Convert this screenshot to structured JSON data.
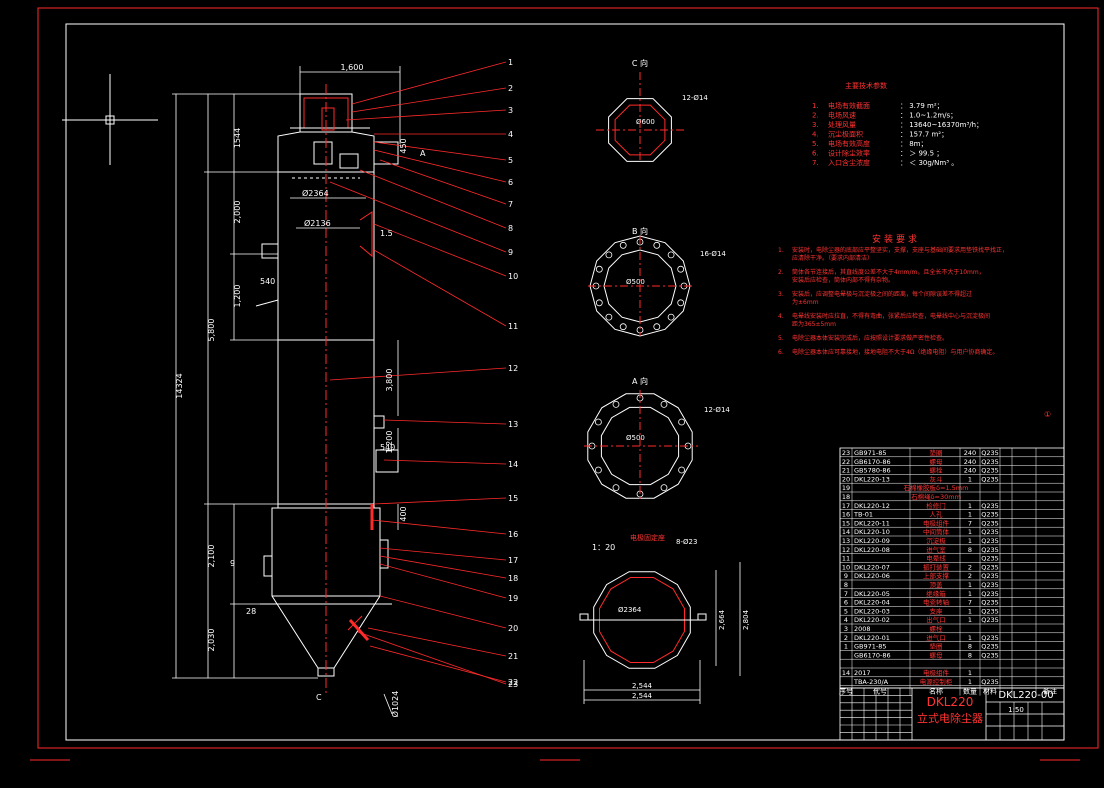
{
  "colors": {
    "background": "#000000",
    "border": "#ff2a2a",
    "line": "#ffffff",
    "leader": "#ff2a2a",
    "dimension": "#ffffff",
    "text_yellow": "#ffff55",
    "text_red": "#ff3333"
  },
  "crosshair_icon": "crosshair-icon",
  "main_view": {
    "top_dim": "1,600",
    "dims_left": [
      "1544",
      "2,000",
      "1,200",
      "5,800",
      "14324",
      "2,100",
      "2,030"
    ],
    "dims_inner": [
      "Ø2364",
      "Ø2136",
      "1.5",
      "540",
      "3,800",
      "1,200",
      "540",
      "400",
      "9",
      "28",
      "A",
      "C",
      "450",
      "Ø1024"
    ],
    "balloons": [
      "1",
      "2",
      "3",
      "4",
      "5",
      "6",
      "7",
      "8",
      "9",
      "10",
      "11",
      "12",
      "13",
      "14",
      "15",
      "16",
      "17",
      "18",
      "19",
      "20",
      "21",
      "22",
      "23"
    ]
  },
  "section_views": [
    {
      "title": "C 向",
      "callout": "12-Ø14",
      "dia": "Ø600"
    },
    {
      "title": "B 向",
      "callout": "16-Ø14",
      "dia": "Ø500"
    },
    {
      "title": "A 向",
      "callout": "12-Ø14",
      "dia": "Ø500"
    },
    {
      "title": "电极固定座",
      "callout": "8-Ø23",
      "dia": "Ø2364",
      "scale": "1：20",
      "dims": [
        "2,544",
        "2,664",
        "2,544",
        "2,804"
      ]
    }
  ],
  "tech_params": {
    "title": "主要技术参数",
    "rows": [
      {
        "n": "1.",
        "label": "电场有效截面",
        "value": "3.79 m²；"
      },
      {
        "n": "2.",
        "label": "电场风速",
        "value": "1.0~1.2m/s；"
      },
      {
        "n": "3.",
        "label": "处理风量",
        "value": "13640~16370m³/h；"
      },
      {
        "n": "4.",
        "label": "沉尘极面积",
        "value": "157.7 m²；"
      },
      {
        "n": "5.",
        "label": "电场有效高度",
        "value": "8m；"
      },
      {
        "n": "6.",
        "label": "设计除尘效率",
        "value": "＞ 99.5 ；"
      },
      {
        "n": "7.",
        "label": "入口含尘浓度",
        "value": "＜ 30g/Nm³ 。"
      }
    ]
  },
  "install_req": {
    "title": "安装要求",
    "items": [
      {
        "n": "1.",
        "lines": [
          "安装时，电除尘器的底部应平整坚实，支撑，支座与基础间要求用垫铁找平找正，",
          "应清除干净。（要求内部清洁）"
        ]
      },
      {
        "n": "2.",
        "lines": [
          "筒体各节连接后，其直线度公差不大于4mm/m，且全长不大于10mm，",
          "安装后应检查，筒体内部不得有杂物。"
        ]
      },
      {
        "n": "3.",
        "lines": [
          "安装后，应调整电晕极与沉淀极之间的距离，每个间隙误差不得超过",
          "为±6mm"
        ]
      },
      {
        "n": "4.",
        "lines": [
          "电晕线安装时应拉直，不得有弯曲，张紧后应检查，电晕线中心与沉淀极间",
          "距为365±5mm"
        ]
      },
      {
        "n": "5.",
        "lines": [
          "电除尘器本体安装完成后，应按照设计要求做严密性检查。"
        ]
      },
      {
        "n": "6.",
        "lines": [
          "电除尘器本体应可靠接地，接地电阻不大于4Ω（绝缘电阻）与用户协商确定。"
        ]
      }
    ]
  },
  "small_tag": "①",
  "parts_rows": [
    {
      "code": "GB971-85",
      "name": "垫圈",
      "qty": "240",
      "mat": "Q235",
      "num": "23"
    },
    {
      "code": "GB6170-86",
      "name": "螺母",
      "qty": "240",
      "mat": "Q235",
      "num": "22"
    },
    {
      "code": "GB5780-86",
      "name": "螺栓",
      "qty": "240",
      "mat": "Q235",
      "num": "21"
    },
    {
      "code": "DKL220-13",
      "name": "灰斗",
      "qty": "1",
      "mat": "Q235",
      "num": "20"
    },
    {
      "code": "",
      "name": "石棉橡胶板δ=1.5mm",
      "qty": "",
      "mat": "",
      "num": "19"
    },
    {
      "code": "",
      "name": "石棉绳δ=30mm",
      "qty": "",
      "mat": "",
      "num": "18"
    },
    {
      "code": "DKL220-12",
      "name": "检修门",
      "qty": "1",
      "mat": "Q235",
      "num": "17"
    },
    {
      "code": "TB-01",
      "name": "人孔",
      "qty": "1",
      "mat": "Q235",
      "num": "16"
    },
    {
      "code": "DKL220-11",
      "name": "电极组件",
      "qty": "7",
      "mat": "Q235",
      "num": "15"
    },
    {
      "code": "DKL220-10",
      "name": "中间筒体",
      "qty": "1",
      "mat": "Q235",
      "num": "14"
    },
    {
      "code": "DKL220-09",
      "name": "沉淀极",
      "qty": "1",
      "mat": "Q235",
      "num": "13"
    },
    {
      "code": "DKL220-08",
      "name": "进气室",
      "qty": "8",
      "mat": "Q235",
      "num": "12"
    },
    {
      "code": "",
      "name": "电晕线",
      "qty": "",
      "mat": "Q235",
      "num": "11"
    },
    {
      "code": "DKL220-07",
      "name": "振打装置",
      "qty": "2",
      "mat": "Q235",
      "num": "10"
    },
    {
      "code": "DKL220-06",
      "name": "上部支撑",
      "qty": "2",
      "mat": "Q235",
      "num": "9"
    },
    {
      "code": "",
      "name": "顶盖",
      "qty": "1",
      "mat": "Q235",
      "num": "8"
    },
    {
      "code": "DKL220-05",
      "name": "绝缘箱",
      "qty": "1",
      "mat": "Q235",
      "num": "7"
    },
    {
      "code": "DKL220-04",
      "name": "电瓷转轴",
      "qty": "7",
      "mat": "Q235",
      "num": "6"
    },
    {
      "code": "DKL220-03",
      "name": "支座",
      "qty": "1",
      "mat": "Q235",
      "num": "5"
    },
    {
      "code": "DKL220-02",
      "name": "出气口",
      "qty": "1",
      "mat": "Q235",
      "num": "4"
    },
    {
      "code": "2008",
      "name": "螺栓",
      "qty": "",
      "mat": "",
      "num": "3"
    },
    {
      "code": "DKL220-01",
      "name": "进气口",
      "qty": "1",
      "mat": "Q235",
      "num": "2"
    },
    {
      "code": "GB971-85",
      "name": "垫圈",
      "qty": "8",
      "mat": "Q235",
      "num": "1"
    },
    {
      "code": "GB6170-86",
      "name": "螺母",
      "qty": "8",
      "mat": "Q235",
      "num": ""
    },
    {
      "code": "",
      "name": "",
      "qty": "",
      "mat": "",
      "num": ""
    },
    {
      "code": "2017",
      "name": "电极组件",
      "qty": "1",
      "mat": "",
      "num": "14"
    },
    {
      "code": "TBA-230/A",
      "name": "电源控制柜",
      "qty": "1",
      "mat": "Q235",
      "num": ""
    }
  ],
  "parts_header": {
    "num": "序号",
    "code": "代号",
    "name": "名称",
    "qty": "数量",
    "mat": "材料",
    "note": "备注"
  },
  "title_block": {
    "drawing_no": "DKL220-00",
    "name_line1": "DKL220",
    "name_line2": "立式电除尘器",
    "scale": "1:50"
  }
}
